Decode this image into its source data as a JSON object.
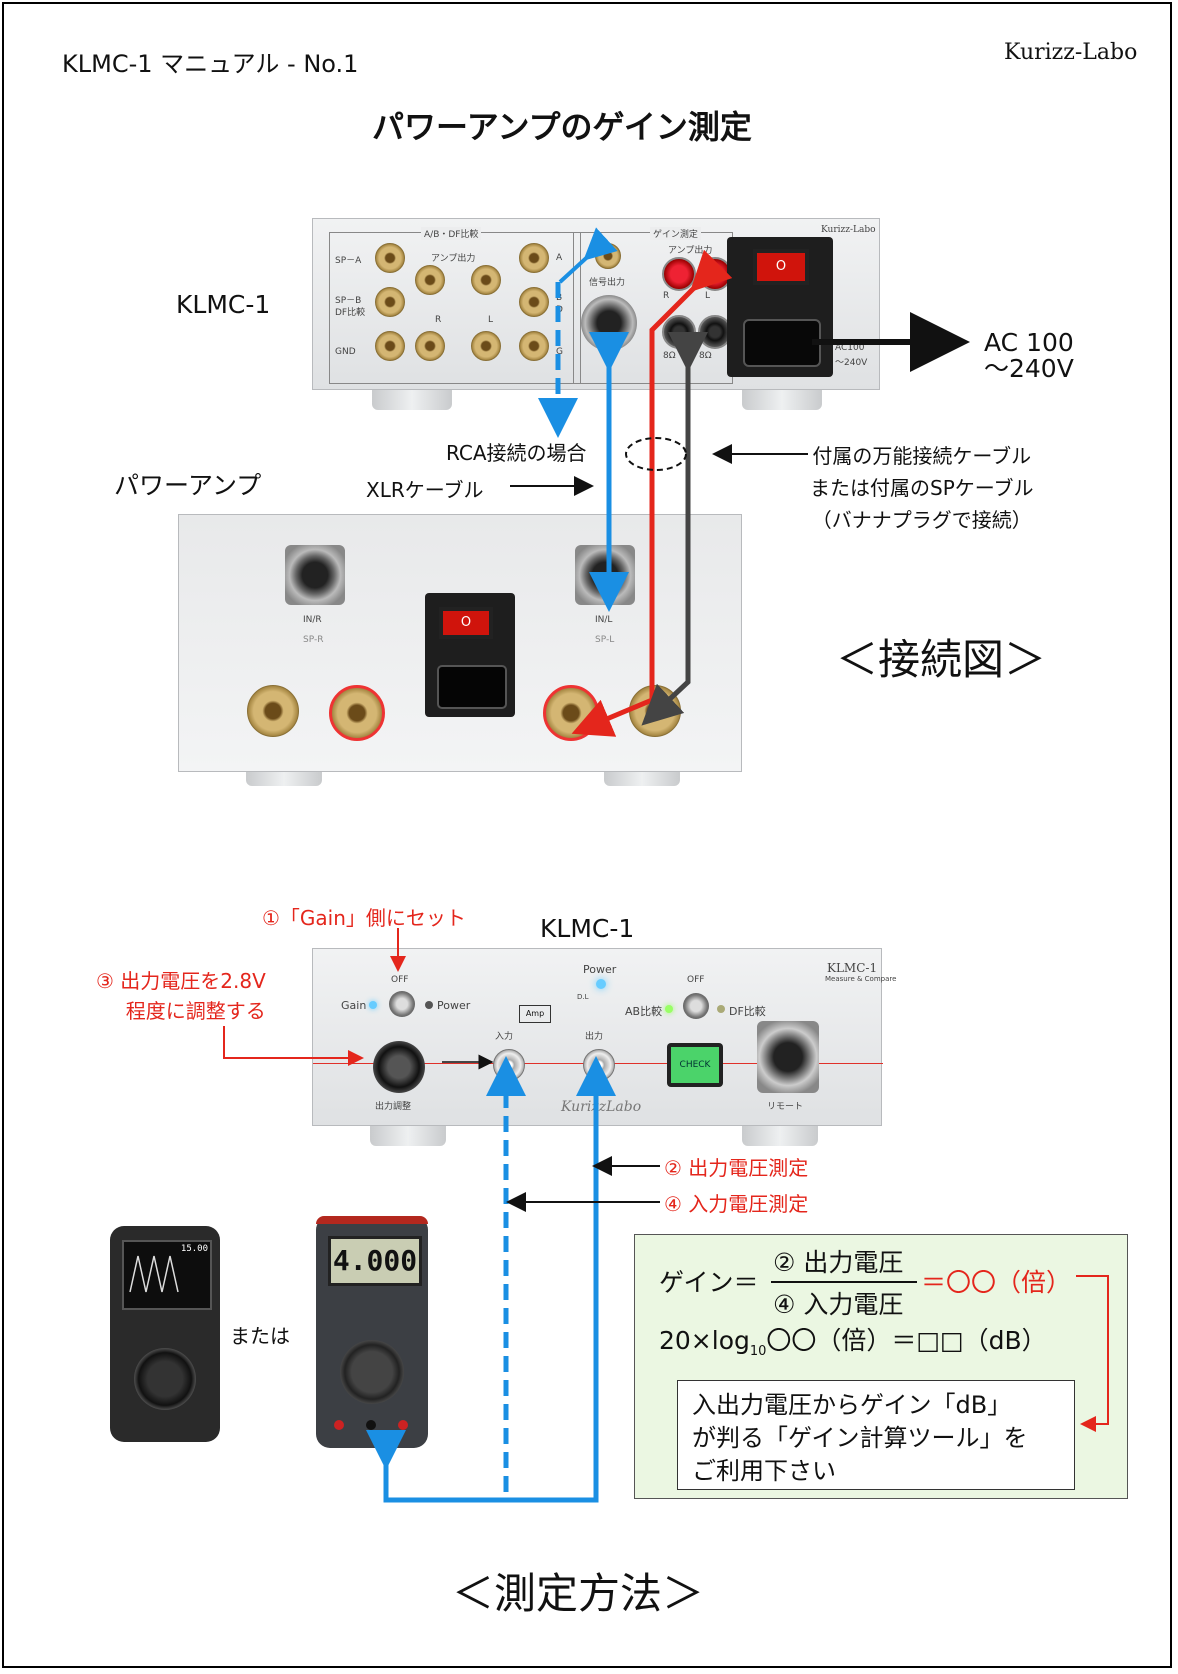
{
  "header": {
    "doc_title": "KLMC-1 マニュアル - No.1",
    "brand": "Kurizz-Labo",
    "main_title": "パワーアンプのゲイン測定"
  },
  "connection_diagram": {
    "klmc1_label": "KLMC-1",
    "power_amp_label": "パワーアンプ",
    "ac_label_line1": "AC 100",
    "ac_label_line2": "〜240V",
    "rca_label": "RCA接続の場合",
    "xlr_label": "XLRケーブル",
    "cable_note_line1": "付属の万能接続ケーブル",
    "cable_note_line2": "または付属のSPケーブル",
    "cable_note_line3": "（バナナプラグで接続）",
    "caption": "＜接続図＞",
    "rear_panel": {
      "section1": "A/B・DF比較",
      "section2": "ゲイン測定",
      "amp_out": "アンプ出力",
      "amp_out2": "アンプ出力",
      "sp_a": "SP－A",
      "sp_b": "SP－B",
      "df": "DF比較",
      "gnd": "GND",
      "r": "R",
      "l": "L",
      "a": "A",
      "b": "B",
      "d": "D",
      "g": "G",
      "signal_out": "信号出力",
      "ohm1": "8Ω",
      "ohm2": "8Ω",
      "brand": "Kurizz-Labo",
      "ac": "AC100",
      "ac2": "〜240V",
      "switch_o": "O"
    },
    "amp_panel": {
      "in_r": "IN/R",
      "in_l": "IN/L",
      "sp_r": "SP-R",
      "sp_l": "SP-L",
      "switch_o": "O"
    }
  },
  "measurement": {
    "step1": "①「Gain」側にセット",
    "klmc1_label": "KLMC-1",
    "step3_line1": "③ 出力電圧を2.8V",
    "step3_line2": "程度に調整する",
    "step2": "② 出力電圧測定",
    "step4": "④ 入力電圧測定",
    "or_label": "または",
    "caption": "＜測定方法＞",
    "front_panel": {
      "off": "OFF",
      "gain": "Gain",
      "power_sw": "Power",
      "power_led": "Power",
      "ab_compare": "AB比較",
      "off2": "OFF",
      "df_compare": "DF比較",
      "amp": "Amp",
      "dl": "D.L",
      "input": "入力",
      "output": "出力",
      "check": "CHECK",
      "output_adjust": "出力調整",
      "remote": "リモート",
      "logo": "KurizzLabo",
      "model": "KLMC-1",
      "maker": "Measure & Compare"
    },
    "meter_display": "4.000",
    "scope_display": "15.00"
  },
  "formula": {
    "gain_label": "ゲイン＝",
    "numerator": "② 出力電圧",
    "denominator": "④ 入力電圧",
    "result": "＝〇〇（倍）",
    "db_prefix": "20×log",
    "db_sub": "10",
    "db_rest": "〇〇（倍）＝□□（dB）",
    "note_line1": "入出力電圧からゲイン「dB」",
    "note_line2": "が判る「ゲイン計算ツール」を",
    "note_line3": "ご利用下さい"
  },
  "colors": {
    "red_text": "#e4261c",
    "cable_blue": "#1a8fe3",
    "cable_red": "#e4261c",
    "cable_dark": "#444444",
    "formula_bg": "#ebf7e2"
  }
}
